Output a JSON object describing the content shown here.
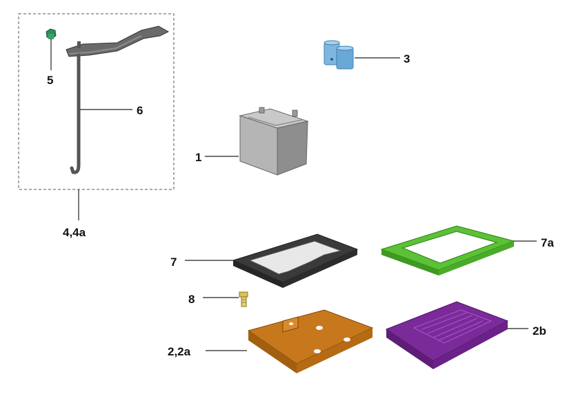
{
  "diagram": {
    "callouts": {
      "c1": "1",
      "c2": "2,2a",
      "c2b": "2b",
      "c3": "3",
      "c44a": "4,4a",
      "c5": "5",
      "c6": "6",
      "c7": "7",
      "c7a": "7a",
      "c8": "8"
    },
    "colors": {
      "battery": "#a9a9a9",
      "terminal_caps": "#7fb6e0",
      "clamp": "#5a5a5a",
      "nut": "#2e8b57",
      "pad_black": "#3a3a3a",
      "pad_green": "#5bc236",
      "tray_orange": "#c8781c",
      "tray_purple": "#7b2a9a",
      "bolt": "#d9c25a"
    },
    "icons": [
      "battery-icon",
      "terminal-caps-icon",
      "holder-clamp-icon",
      "nut-icon",
      "pad-black-icon",
      "pad-green-icon",
      "bolt-icon",
      "tray-orange-icon",
      "tray-purple-icon"
    ]
  }
}
